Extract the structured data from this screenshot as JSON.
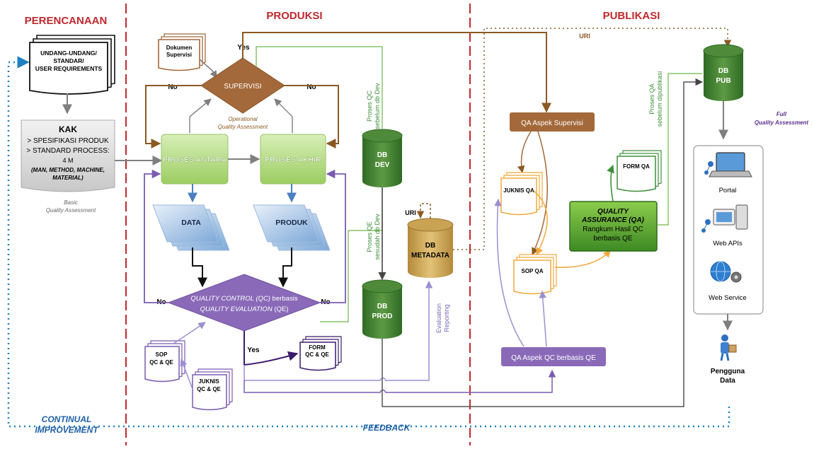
{
  "sections": {
    "perencanaan": "PERENCANAAN",
    "produksi": "PRODUKSI",
    "publikasi": "PUBLIKASI"
  },
  "planning": {
    "doc_lines": [
      "UNDANG-UNDANG/",
      "STANDAR/",
      "USER REQUIREMENTS"
    ],
    "kak_title": "KAK",
    "kak_lines": [
      "> SPESIFIKASI PRODUK",
      "> STANDARD PROCESS:",
      "4 M"
    ],
    "kak_italic": [
      "(MAN, METHOD, MACHINE,",
      "MATERIAL)"
    ],
    "basic_qa": [
      "Basic",
      "Quality Assessment"
    ],
    "continual": [
      "CONTINUAL",
      "IMPROVEMENT"
    ]
  },
  "production": {
    "dokumen_supervisi": [
      "Dokumen",
      "Supervisi"
    ],
    "supervisi": "SUPERVISI",
    "yes": "Yes",
    "no": "No",
    "op_qa": [
      "Operational",
      "Quality Assessment"
    ],
    "proses_antara": "PROSES ANTARA",
    "proses_akhir": "PROSES AKHIR",
    "data": "DATA",
    "produk": "PRODUK",
    "qc_line1_italic": "QUALITY CONTROL (QC)",
    "qc_line1_rest": " berbasis",
    "qc_line2_italic": "QUALITY EVALUATION",
    "qc_line2_rest": " (QE)",
    "sop_qc": [
      "SOP",
      "QC & QE"
    ],
    "juknis_qc": [
      "JUKNIS",
      "QC & QE"
    ],
    "form_qc": [
      "FORM",
      "QC & QE"
    ],
    "db_dev": [
      "DB",
      "DEV"
    ],
    "db_prod": [
      "DB",
      "PROD"
    ],
    "db_metadata": [
      "DB",
      "METADATA"
    ],
    "proses_qc": [
      "Proses QC",
      "sebelum db Dev"
    ],
    "proses_qe": [
      "Proses QE",
      "sesudah db Dev"
    ],
    "uri": "URI",
    "evaluation": [
      "Evaluation",
      "Reporting"
    ]
  },
  "publication": {
    "qa_supervisi": "QA Aspek Supervisi",
    "juknis_qa": "JUKNIS QA",
    "sop_qa": "SOP QA",
    "form_qa": "FORM QA",
    "qa_italic": [
      "QUALITY",
      "ASSURANCE (QA)"
    ],
    "qa_lines": [
      "Rangkum Hasil QC",
      "berbasis QE"
    ],
    "qa_qc": "QA Aspek QC berbasis QE",
    "db_pub": [
      "DB",
      "PUB"
    ],
    "proses_qa": [
      "Proses QA",
      "sebelum dipublikasi"
    ],
    "full_qa": [
      "Full",
      "Quality Assessment"
    ],
    "portal": "Portal",
    "web_apis": "Web APIs",
    "web_service": "Web Service",
    "pengguna": [
      "Pengguna",
      "Data"
    ],
    "uri": "URI",
    "feedback": "FEEDBACK"
  },
  "colors": {
    "section_red": "#c0282d",
    "supervisi_brown": "#a4693a",
    "proses_green": "#a4d36c",
    "db_green": "#3f7a30",
    "qc_purple": "#8a6ab8",
    "qa_orange": "#f2a93b",
    "feedback_blue": "#1f7fc1"
  }
}
